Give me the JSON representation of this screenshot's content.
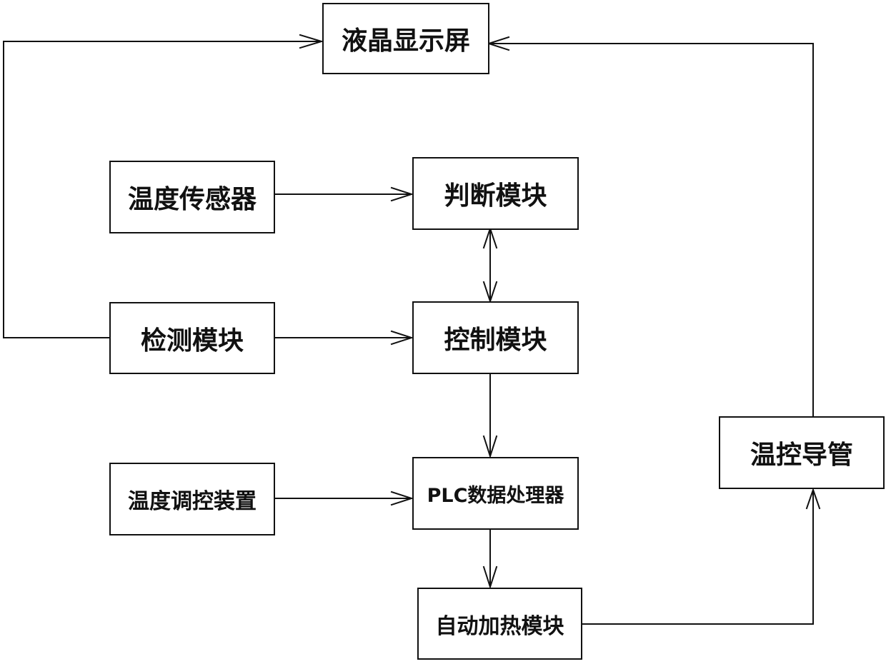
{
  "diagram": {
    "nodes": {
      "lcd_screen": "液晶显示屏",
      "temp_sensor": "温度传感器",
      "judge_module": "判断模块",
      "detect_module": "检测模块",
      "control_module": "控制模块",
      "temp_regulator": "温度调控装置",
      "plc_processor": "PLC数据处理器",
      "auto_heating": "自动加热模块",
      "temp_pipe": "温控导管"
    },
    "edges": [
      {
        "from": "temp_sensor",
        "to": "judge_module"
      },
      {
        "from": "judge_module",
        "to": "control_module",
        "bidirectional": true
      },
      {
        "from": "detect_module",
        "to": "control_module"
      },
      {
        "from": "detect_module",
        "to": "lcd_screen"
      },
      {
        "from": "control_module",
        "to": "plc_processor"
      },
      {
        "from": "temp_regulator",
        "to": "plc_processor"
      },
      {
        "from": "plc_processor",
        "to": "auto_heating"
      },
      {
        "from": "auto_heating",
        "to": "temp_pipe"
      },
      {
        "from": "temp_pipe",
        "to": "lcd_screen"
      }
    ]
  }
}
